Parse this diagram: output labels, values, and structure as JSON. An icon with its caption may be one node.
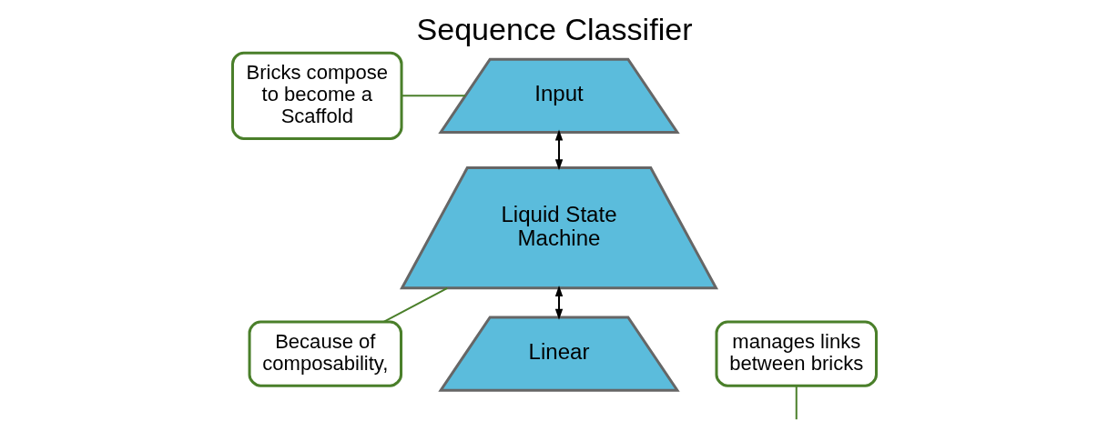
{
  "diagram": {
    "title": "Sequence Classifier",
    "nodes": [
      {
        "text": [
          "Bricks compose to become a Scaffold"
        ]
      },
      {
        "text": [
          "Input"
        ]
      },
      {
        "text": [
          "Liquid State Machine"
        ]
      },
      {
        "text": [
          "Linear"
        ]
      },
      {
        "text": [
          "manages links between bricks"
        ]
      },
      {
        "text": [
          "Because of composability,"
        ]
      }
    ],
    "edges": [
      {
        "from": 0,
        "to": 1,
        "arrow": "none"
      },
      {
        "from": 1,
        "to": 2,
        "arrow": "both",
        "color": "#000000"
      },
      {
        "from": 2,
        "to": 3,
        "arrow": "both",
        "color": "#000000"
      },
      {
        "from": 4,
        "to": null,
        "arrow": "none"
      },
      {
        "from": 5,
        "to": 2,
        "arrow": "none"
      }
    ]
  }
}
